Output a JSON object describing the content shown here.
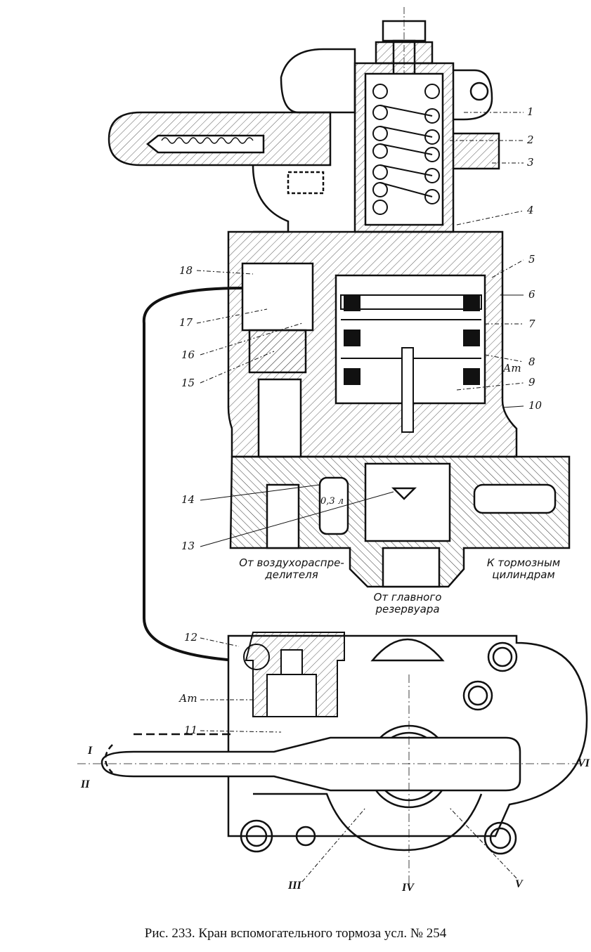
{
  "figure": {
    "caption": "Рис. 233. Кран вспомогательного тормоза усл. № 254",
    "part_labels": [
      "1",
      "2",
      "3",
      "4",
      "5",
      "6",
      "7",
      "8",
      "9",
      "10",
      "11",
      "12",
      "13",
      "14",
      "15",
      "16",
      "17",
      "18"
    ],
    "atmosphere_label_upper": "Ат",
    "atmosphere_label_lower": "Ат",
    "volume_label": "0,3 л",
    "ports": {
      "from_distributor": "От воздухораспре-\nделителя",
      "from_main_reservoir": "От главного\nрезервуара",
      "to_brake_cylinders": "К тормозным\nцилиндрам"
    },
    "handle_positions": [
      "I",
      "II",
      "III",
      "IV",
      "V",
      "VI"
    ]
  }
}
